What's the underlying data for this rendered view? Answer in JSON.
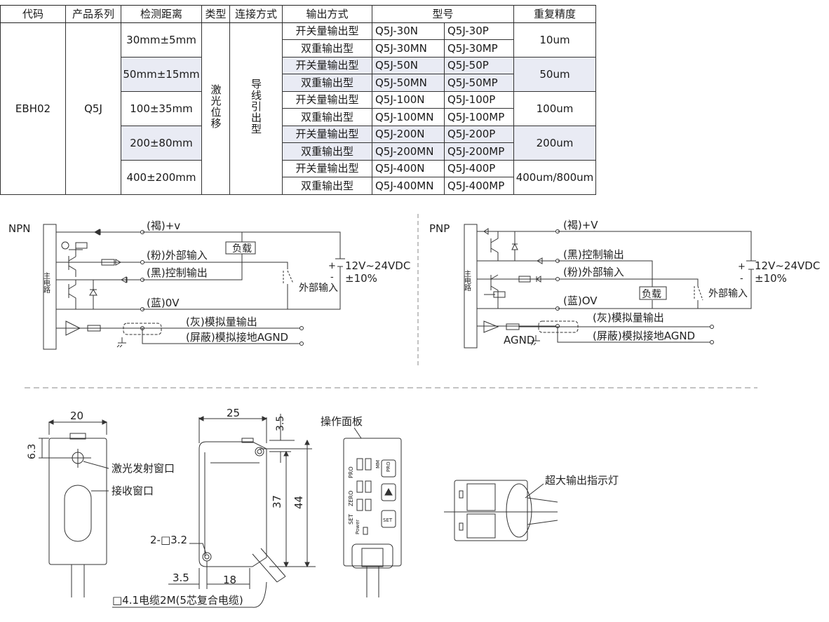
{
  "table": {
    "headers": [
      "代码",
      "产品系列",
      "检测距离",
      "类型",
      "连接方式",
      "输出方式",
      "型号",
      "重复精度"
    ],
    "code": "EBH02",
    "series": "Q5J",
    "type": "激光位移",
    "connection": "导线引出型",
    "groups": [
      {
        "distance": "30mm±5mm",
        "precision": "10um",
        "rows": [
          [
            "开关量输出型",
            "Q5J-30N",
            "Q5J-30P"
          ],
          [
            "双重输出型",
            "Q5J-30MN",
            "Q5J-30MP"
          ]
        ]
      },
      {
        "distance": "50mm±15mm",
        "precision": "50um",
        "rows": [
          [
            "开关量输出型",
            "Q5J-50N",
            "Q5J-50P"
          ],
          [
            "双重输出型",
            "Q5J-50MN",
            "Q5J-50MP"
          ]
        ]
      },
      {
        "distance": "100±35mm",
        "precision": "100um",
        "rows": [
          [
            "开关量输出型",
            "Q5J-100N",
            "Q5J-100P"
          ],
          [
            "双重输出型",
            "Q5J-100MN",
            "Q5J-100MP"
          ]
        ]
      },
      {
        "distance": "200±80mm",
        "precision": "200um",
        "rows": [
          [
            "开关量输出型",
            "Q5J-200N",
            "Q5J-200P"
          ],
          [
            "双重输出型",
            "Q5J-200MN",
            "Q5J-200MP"
          ]
        ]
      },
      {
        "distance": "400±200mm",
        "precision": "400um/800um",
        "rows": [
          [
            "开关量输出型",
            "Q5J-400N",
            "Q5J-400P"
          ],
          [
            "双重输出型",
            "Q5J-400MN",
            "Q5J-400MP"
          ]
        ]
      }
    ]
  },
  "npn": {
    "title": "NPN",
    "main_circuit": "主电路",
    "wire_brown": "(褐)+v",
    "wire_pink": "(粉)外部输入",
    "wire_black": "(黑)控制输出",
    "wire_blue": "(蓝)0V",
    "wire_gray": "(灰)模拟量输出",
    "wire_shield": "(屏蔽)模拟接地AGND",
    "load": "负载",
    "supply": "12V~24VDC",
    "tolerance": "±10%",
    "plus": "+",
    "minus": "-",
    "ext_input": "外部输入"
  },
  "pnp": {
    "title": "PNP",
    "main_circuit": "主电路",
    "wire_brown": "(褐)+V",
    "wire_black": "(黑)控制输出",
    "wire_pink": "(粉)外部输入",
    "wire_blue": "(蓝)OV",
    "wire_gray": "(灰)模拟量输出",
    "wire_shield": "(屏蔽)模拟接地AGND",
    "agnd": "AGND",
    "load": "负载",
    "supply": "12V~24VDC",
    "tolerance": "±10%",
    "plus": "+",
    "minus": "-",
    "ext_input": "外部输入"
  },
  "dims": {
    "front_width": "20",
    "front_offset": "6.3",
    "laser_window": "激光发射窗口",
    "receive_window": "接收窗口",
    "side_width": "25",
    "side_top": "3.5",
    "side_inner_h": "37",
    "side_total_h": "44",
    "holes": "2-□3.2",
    "side_left": "3.5",
    "side_bottom": "18",
    "cable": "□4.1电缆2M(5芯复合电缆)",
    "panel_title": "操作面板",
    "panel_pro": "PRO",
    "panel_zero": "ZERO",
    "panel_set_label": "SET",
    "panel_power": "Power",
    "panel_mm": "MM",
    "panel_pro_btn": "PRO",
    "panel_set_btn": "SET",
    "indicator": "超大输出指示灯"
  }
}
